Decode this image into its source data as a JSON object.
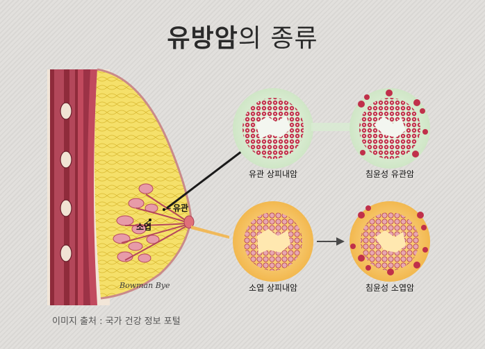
{
  "title": {
    "bold": "유방암",
    "light": "의 종류"
  },
  "anatomy_labels": {
    "duct": "유관",
    "lobule": "소엽"
  },
  "panels": [
    {
      "label": "유관 상피내암"
    },
    {
      "label": "침윤성 유관암"
    },
    {
      "label": "소엽 상피내암"
    },
    {
      "label": "침윤성 소엽암"
    }
  ],
  "signature": "Bowman Bye",
  "source": "이미지 출처 : 국가 건강 정보 포털",
  "colors": {
    "background": "#dedcd9",
    "duct_halo": "#d8ecd2",
    "lobule_halo": "#f5c46a",
    "cell_red": "#c0304a",
    "fat_yellow": "#f3dc5c",
    "muscle": "#a7364a"
  }
}
